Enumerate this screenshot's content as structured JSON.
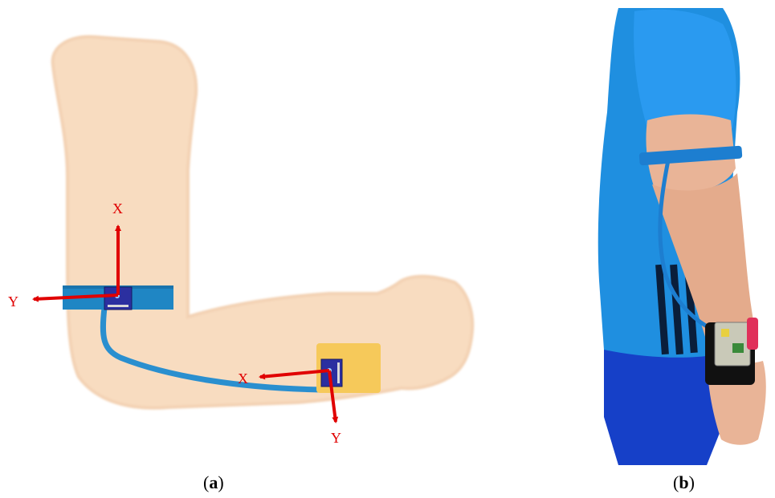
{
  "panel_a": {
    "caption_open": "(",
    "caption_letter": "a",
    "caption_close": ")",
    "upper_sensor": {
      "x_axis_label": "X",
      "y_axis_label": "Y"
    },
    "wrist_sensor": {
      "x_axis_label": "X",
      "y_axis_label": "Y"
    },
    "colors": {
      "skin": "#f8dcc0",
      "band": "#1f86c4",
      "cable": "#2a8fcf",
      "wrist_pad": "#f6c95a",
      "sensor_board": "#2b2fa0",
      "axis_arrow": "#e00000"
    }
  },
  "panel_b": {
    "caption_open": "(",
    "caption_letter": "b",
    "caption_close": ")",
    "colors": {
      "shirt": "#1f8fe0",
      "shorts": "#1640c8",
      "skin": "#e9b497",
      "stripes": "#0a1e3a",
      "wrist_strap": "#111111"
    }
  }
}
